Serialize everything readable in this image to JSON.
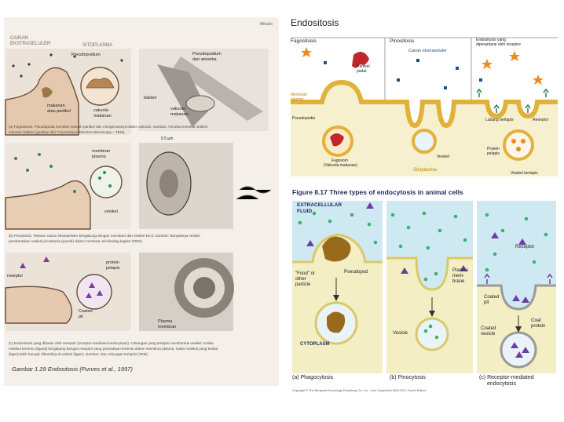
{
  "left_page": {
    "corner_text": "Mikado",
    "cairan_label": [
      "CAIRAN",
      "EKSTRASELULER"
    ],
    "sitoplasma_label": "SITOPLASMA",
    "row_a": {
      "pseudopodium": "Pseudopodium",
      "pseudopodium_amoeba": [
        "Pseudopodium",
        "dari amoeba"
      ],
      "makanan": [
        "makanan",
        "atau partikel"
      ],
      "vakuola": [
        "vakuola",
        "makanan"
      ],
      "bakteri": "bakteri",
      "vakuola_makanan": [
        "vakuola",
        "makanan"
      ],
      "caption": [
        "(a) Fagositosis. Pseudopoda menelan sebuah partikel dan mengemasnya dalam vakuola. Gambar: Amoeba menelan bakteri",
        "menelan bakteri (gambar dari Transmission Electron Microscopy = TEM)."
      ]
    },
    "row_b": {
      "membran": [
        "membran",
        "plasma"
      ],
      "vesikel": "vesikel",
      "scale": "0.5 µm",
      "caption": [
        "(b) Pinositosis. Tetesan cairan ekstraseluler bergabung dengan membran dan vesikel kecil. Gambar: Banyaknya vesikel",
        "pembentukan vesikel pinositosis (panah) dalam membran sel dinding kapiler (TEM)."
      ]
    },
    "row_c": {
      "reseptor": "reseptor",
      "protein_pelapis": [
        "protein",
        "pelapis"
      ],
      "coated_pit": [
        "Coated",
        "pit"
      ],
      "membran_plasma": [
        "Plasma",
        "membran"
      ],
      "caption": [
        "(c) Endositosis yang dibantu oleh reseptor (receptor-mediated endocytosis). Cekungan yang terlapisi membentuk vesikel. Ketika",
        "molekul tertentu (ligand) bergabung dengan reseptor yang permukaan tertentu dalam membran plasma, maka molekul yang terikat",
        "(ligan) lebih banyak dibanding di vesikel (ligan). Gambar: dua cekungan terlapisi (TEM)."
      ],
      "figure_caption": "Gambar 1.29 Endositosis (Purves et al., 1997)"
    }
  },
  "top_right": {
    "title": "Endositosis",
    "col1": "Fagositosis",
    "col2": "Pinositosis",
    "col3": [
      "Endositosis yang",
      "diperantarai oleh reseptor"
    ],
    "cairan": "Cairan ekstraseluler",
    "partikel": [
      "Partikel",
      "padat"
    ],
    "membran": [
      "Membran",
      "plasma"
    ],
    "pseudopodia": "Pseudopodia",
    "lubang": "Lubang berlapis",
    "reseptor": "Reseptor",
    "fagosom": [
      "Fagosom",
      "(Vakuola makanan)"
    ],
    "vesikel": "Vesikel",
    "sitoplasma": "Sitoplasma",
    "protein": [
      "Protein",
      "pelapis"
    ],
    "vesikel_berlapis": "Vesikel berlapis"
  },
  "bottom_right": {
    "heading": "Figure 8.17  Three types of endocytosis in animal cells",
    "extracellular": [
      "EXTRACELLULAR",
      "FLUID"
    ],
    "food": [
      "\"Food\" or",
      "other",
      "particle"
    ],
    "pseudopod": "Pseudopod",
    "cytoplasm": "CYTOPLASM",
    "plasma_membrane": [
      "Plasma",
      "mem-",
      "brane"
    ],
    "vesicle": "Vesicle",
    "receptor": "Receptor",
    "coated_pit": [
      "Coated",
      "pit"
    ],
    "coat_protein": [
      "Coat",
      "protein"
    ],
    "coated_vesicle": [
      "Coated",
      "vesicle"
    ],
    "label_a": "(a) Phagocytosis",
    "label_b": "(b) Pinocytosis",
    "label_c": [
      "(c) Receptor-mediated",
      "endocytosis"
    ],
    "copyright": "Copyright © The Benjamin/Cummings Publishing Co., Inc., from Campbell's BIOLOGY, Fourth Edition."
  },
  "colors": {
    "yellow_membrane": "#e8b93a",
    "fluid_blue": "#cfe9f2",
    "cytoplasm_cream": "#f3eec4",
    "dot_green": "#3bb36b",
    "triangle_purple": "#6d3fa3",
    "particle_brown": "#9a6a1c",
    "red_particle": "#c0262d"
  }
}
